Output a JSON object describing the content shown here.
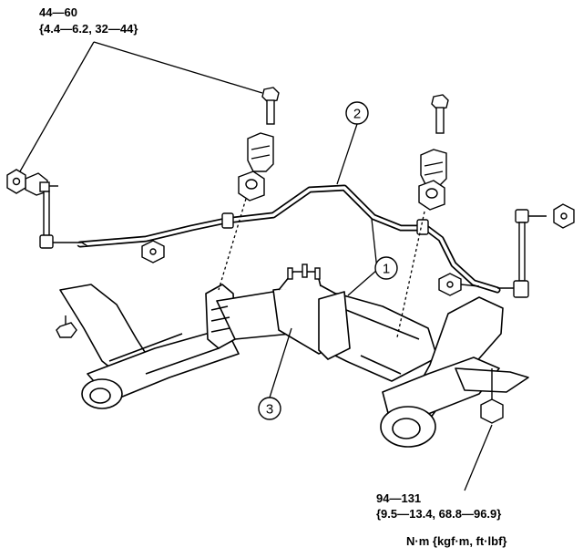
{
  "torque_top": {
    "line1": "44—60",
    "line2": "{4.4—6.2, 32—44}"
  },
  "torque_bottom": {
    "line1": "94—131",
    "line2": "{9.5—13.4, 68.8—96.9}"
  },
  "units": "N·m {kgf·m, ft·lbf}",
  "callouts": {
    "c1": "1",
    "c2": "2",
    "c3": "3"
  }
}
